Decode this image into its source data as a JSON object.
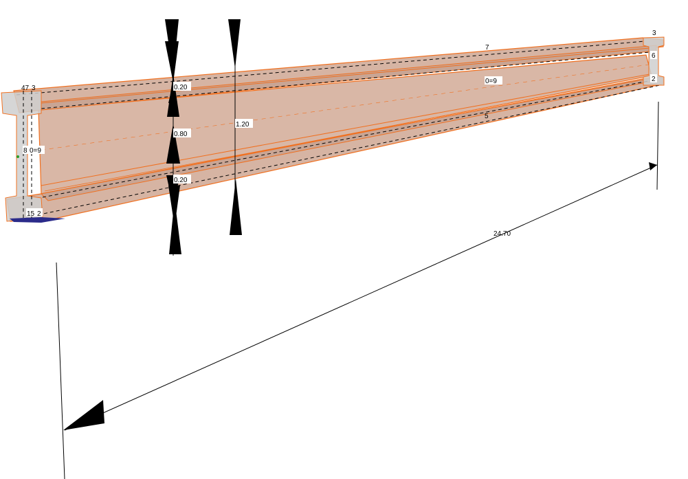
{
  "model": {
    "beam_length": "24.70",
    "top_flange_thickness": "0.20",
    "web_height": "0.80",
    "bottom_flange_thickness": "0.20",
    "section_height": "1.20"
  },
  "labels": {
    "left_top_ids": "47",
    "left_top_id2": "3",
    "left_mid": "8",
    "left_mid_eq": "0=9",
    "left_bottom_1": "15",
    "left_bottom_2": "2",
    "right_top": "3",
    "right_mid": "6",
    "right_bottom": "2",
    "top_edge": "7",
    "center_eq": "0=9",
    "bottom_edge": "5"
  },
  "colors": {
    "beam_fill": "#d9b7a6",
    "beam_edge": "#f07020",
    "end_cap": "#cfcfcf",
    "dimension": "#000000"
  }
}
